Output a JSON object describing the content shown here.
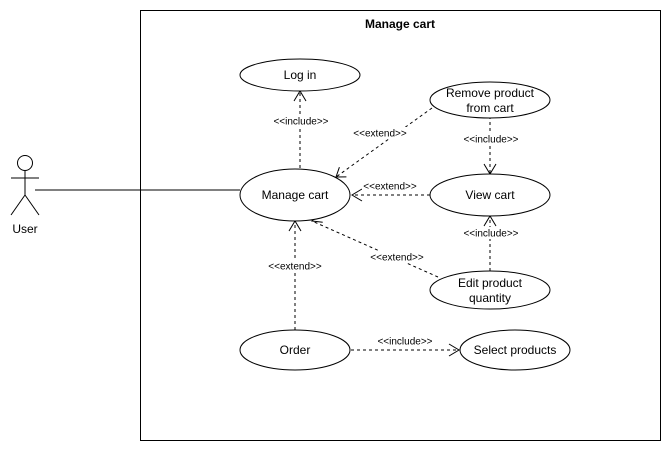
{
  "diagram": {
    "system": {
      "title": "Manage cart"
    },
    "actor": {
      "name": "User"
    },
    "use_cases": {
      "login": "Log in",
      "manage_cart": "Manage cart",
      "remove_product_line1": "Remove product",
      "remove_product_line2": "from cart",
      "view_cart": "View cart",
      "edit_quantity_line1": "Edit product",
      "edit_quantity_line2": "quantity",
      "order": "Order",
      "select_products": "Select products"
    },
    "relations": {
      "manage_to_login": "<<include>>",
      "remove_to_manage": "<<extend>>",
      "remove_to_view": "<<include>>",
      "view_to_manage": "<<extend>>",
      "edit_to_view": "<<include>>",
      "edit_to_manage": "<<extend>>",
      "order_to_manage": "<<extend>>",
      "order_to_select": "<<include>>"
    }
  }
}
